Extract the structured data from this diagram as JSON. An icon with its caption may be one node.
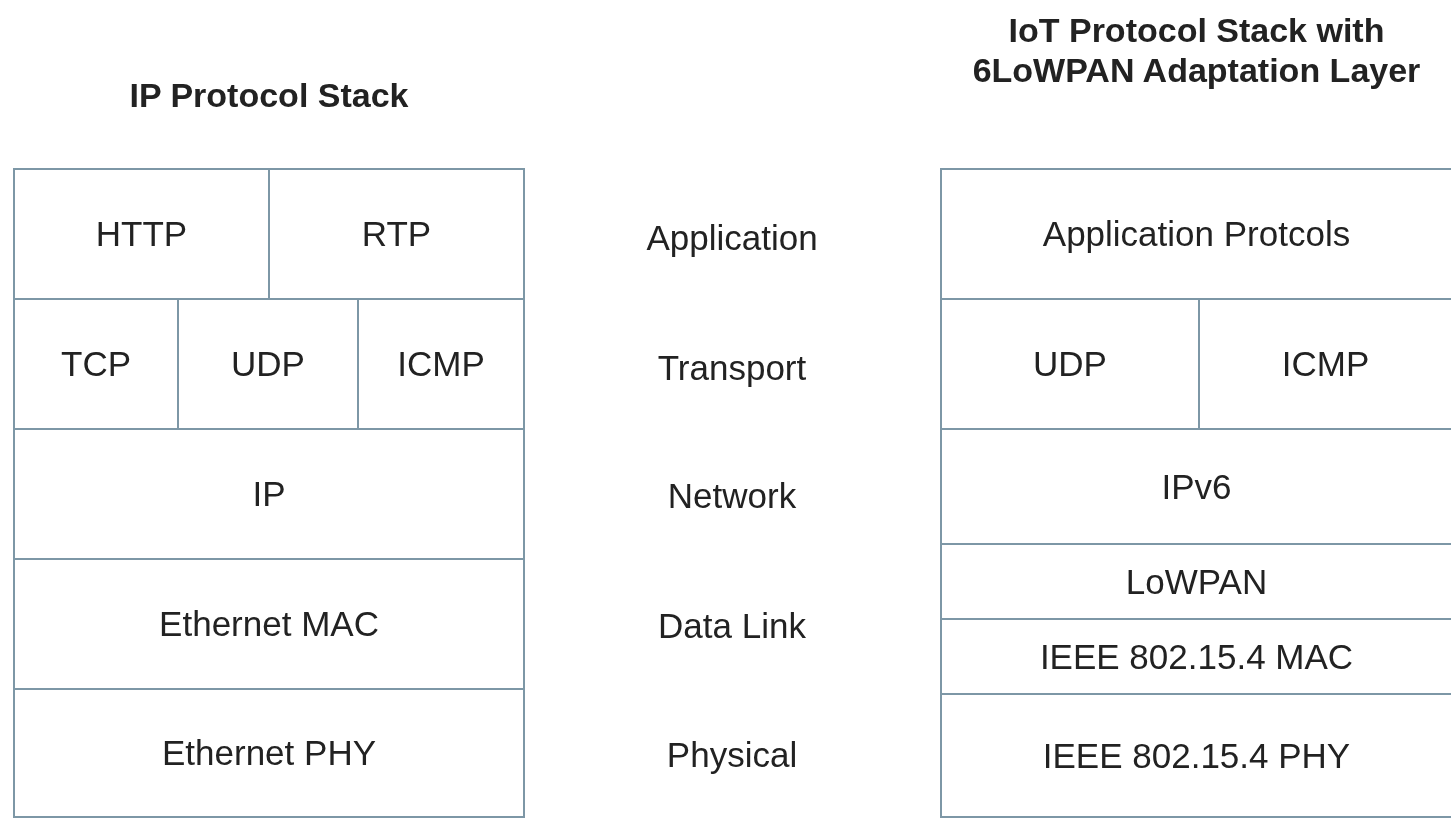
{
  "diagram": {
    "nodes": [
      {
        "text": [
          "IP Protocol Stack"
        ]
      },
      {
        "text": [
          "HTTP"
        ],
        "in": 0
      },
      {
        "text": [
          "RTP"
        ],
        "in": 0
      },
      {
        "text": [
          "TCP"
        ],
        "in": 0
      },
      {
        "text": [
          "UDP"
        ],
        "in": 0
      },
      {
        "text": [
          "ICMP"
        ],
        "in": 0
      },
      {
        "text": [
          "IP"
        ],
        "in": 0
      },
      {
        "text": [
          "Ethernet MAC"
        ],
        "in": 0
      },
      {
        "text": [
          "Ethernet PHY"
        ],
        "in": 0
      },
      {
        "text": [
          "IoT Protocol Stack with 6LoWPAN Adaptation Layer"
        ]
      },
      {
        "text": [
          "Application Protcols"
        ],
        "in": 9
      },
      {
        "text": [
          "UDP"
        ],
        "in": 9
      },
      {
        "text": [
          "ICMP"
        ],
        "in": 9
      },
      {
        "text": [
          "IPv6"
        ],
        "in": 9
      },
      {
        "text": [
          "LoWPAN"
        ],
        "in": 9
      },
      {
        "text": [
          "IEEE 802.15.4 MAC"
        ],
        "in": 9
      },
      {
        "text": [
          "IEEE 802.15.4 PHY"
        ],
        "in": 9
      }
    ],
    "edges": [],
    "labels": [
      "Application",
      "Transport",
      "Network",
      "Data Link",
      "Physical"
    ]
  }
}
